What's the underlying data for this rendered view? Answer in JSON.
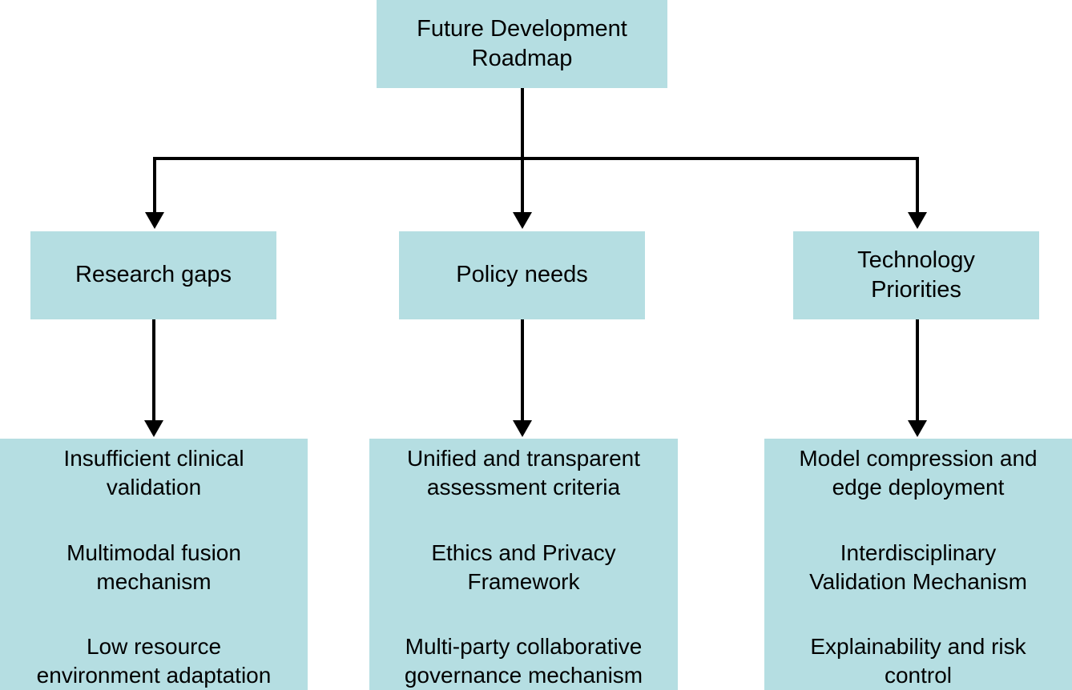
{
  "diagram": {
    "title": "Future Development Roadmap",
    "accent_color": "#b5dee2",
    "line_color": "#000000",
    "background_color": "#ffffff",
    "root": {
      "label": "Future Development Roadmap",
      "lines": [
        "Future Development",
        "Roadmap"
      ]
    },
    "branches": [
      {
        "heading": {
          "label": "Research gaps",
          "lines": [
            "Research gaps"
          ]
        },
        "items": [
          {
            "lines": [
              "Insufficient clinical",
              "validation"
            ]
          },
          {
            "lines": [
              "Multimodal fusion",
              "mechanism"
            ]
          },
          {
            "lines": [
              "Low resource",
              "environment adaptation"
            ]
          }
        ]
      },
      {
        "heading": {
          "label": "Policy needs",
          "lines": [
            "Policy needs"
          ]
        },
        "items": [
          {
            "lines": [
              "Unified and transparent",
              "assessment criteria"
            ]
          },
          {
            "lines": [
              "Ethics and Privacy",
              "Framework"
            ]
          },
          {
            "lines": [
              "Multi-party collaborative",
              "governance mechanism"
            ]
          }
        ]
      },
      {
        "heading": {
          "label": "Technology Priorities",
          "lines": [
            "Technology",
            "Priorities"
          ]
        },
        "items": [
          {
            "lines": [
              "Model compression and",
              "edge deployment"
            ]
          },
          {
            "lines": [
              "Interdisciplinary",
              "Validation Mechanism"
            ]
          },
          {
            "lines": [
              "Explainability and risk",
              "control"
            ]
          }
        ]
      }
    ]
  }
}
